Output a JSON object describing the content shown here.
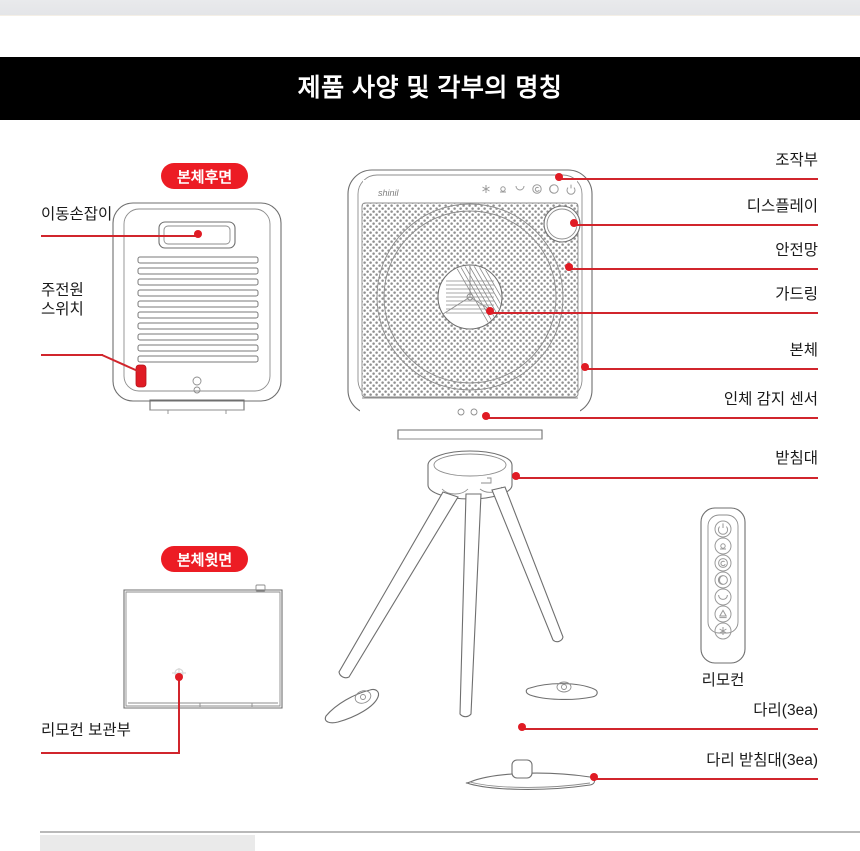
{
  "header": {
    "title": "제품 사양 및 각부의 명칭"
  },
  "badges": {
    "rear_view": "본체후면",
    "top_view": "본체윗면"
  },
  "brand": "shinil",
  "callouts_left": [
    {
      "id": "handle",
      "label": "이동손잡이"
    },
    {
      "id": "power-switch",
      "label": "주전원\n스위치"
    },
    {
      "id": "remote-holder",
      "label": "리모컨 보관부"
    }
  ],
  "callouts_right": [
    {
      "id": "control-panel",
      "label": "조작부"
    },
    {
      "id": "display",
      "label": "디스플레이"
    },
    {
      "id": "safety-net",
      "label": "안전망"
    },
    {
      "id": "guard-ring",
      "label": "가드링"
    },
    {
      "id": "main-body",
      "label": "본체"
    },
    {
      "id": "motion-sensor",
      "label": "인체 감지 센서"
    },
    {
      "id": "base",
      "label": "받침대"
    },
    {
      "id": "legs",
      "label": "다리(3ea)"
    },
    {
      "id": "leg-feet",
      "label": "다리 받침대(3ea)"
    }
  ],
  "remote": {
    "caption": "리모컨",
    "buttons": [
      {
        "id": "power",
        "icon": "power-icon"
      },
      {
        "id": "fan-speed",
        "icon": "fan-icon"
      },
      {
        "id": "swing",
        "icon": "swirl-icon"
      },
      {
        "id": "timer",
        "icon": "moon-timer-icon"
      },
      {
        "id": "mode",
        "icon": "curve-icon"
      },
      {
        "id": "mist",
        "icon": "mist-icon"
      },
      {
        "id": "cool",
        "icon": "snowflake-icon"
      }
    ]
  },
  "control_panel": {
    "icons": [
      {
        "id": "cool",
        "icon": "snowflake-icon"
      },
      {
        "id": "mist",
        "icon": "mist-icon"
      },
      {
        "id": "mode",
        "icon": "curve-icon"
      },
      {
        "id": "swing",
        "icon": "swirl-icon"
      },
      {
        "id": "timer",
        "icon": "moon-timer-icon"
      },
      {
        "id": "power",
        "icon": "power-icon"
      }
    ]
  },
  "colors": {
    "accent_red": "#ec1c24",
    "leader_red": "#d1252c",
    "title_band": "#000000",
    "line_gray": "#6f6f6f"
  }
}
